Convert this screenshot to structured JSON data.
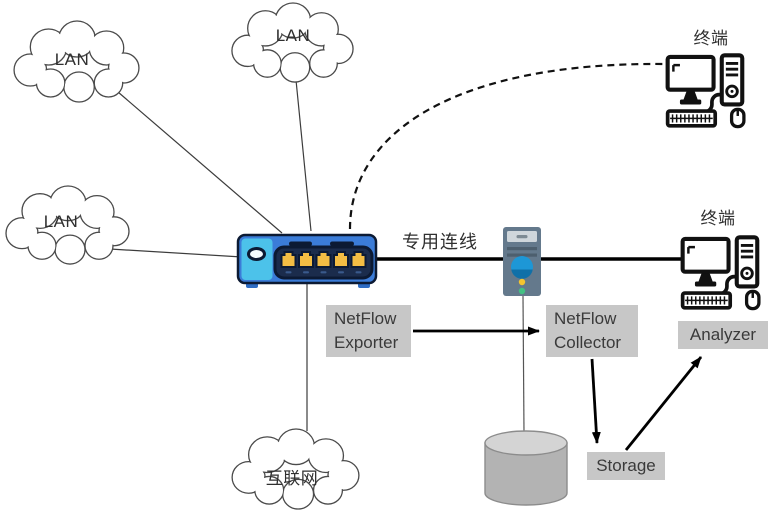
{
  "clouds": {
    "lan_top_left": "LAN",
    "lan_top_center": "LAN",
    "lan_left": "LAN",
    "internet": "互联网"
  },
  "labels": {
    "dedicated_link": "专用连线",
    "terminal_top": "终端",
    "terminal_bottom": "终端"
  },
  "boxes": {
    "exporter_line1": "NetFlow",
    "exporter_line2": "Exporter",
    "collector_line1": "NetFlow",
    "collector_line2": "Collector",
    "analyzer": "Analyzer",
    "storage": "Storage"
  },
  "colors": {
    "switch_body": "#3b7cd8",
    "switch_left_panel": "#4cc2ea",
    "switch_port_panel": "#1b2c4c",
    "port_yellow": "#f3bd44",
    "server_body": "#64798c",
    "server_disc_blue": "#1d97d6",
    "server_dot_yellow": "#f4c430",
    "server_dot_green": "#43c183",
    "label_box_gray": "#c7c7c7",
    "cylinder_gray": "#b3b3b3",
    "line_black": "#000000"
  }
}
